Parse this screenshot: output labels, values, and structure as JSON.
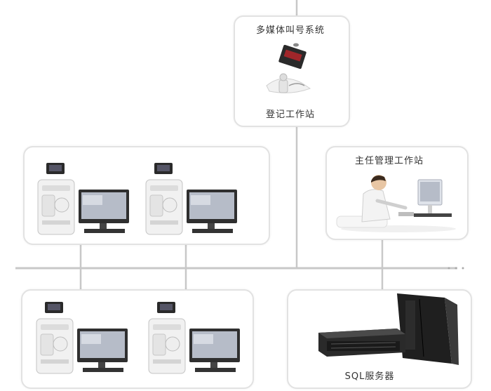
{
  "nodes": {
    "call_system": {
      "title": "多媒体叫号系统",
      "subtitle": "登记工作站"
    },
    "admin_station": {
      "title": "主任管理工作站"
    },
    "sql_server": {
      "title": "SQL服务器"
    }
  },
  "colors": {
    "line": "#c8c8c8",
    "box_border": "#e2e2e2",
    "screen": "#b6bcc8",
    "device_dark": "#2a2a2a"
  }
}
